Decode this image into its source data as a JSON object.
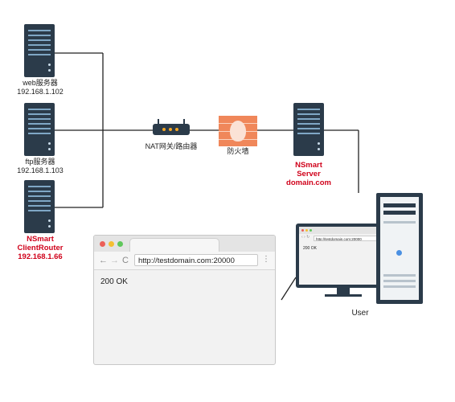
{
  "servers": {
    "web": {
      "name": "web服务器",
      "ip": "192.168.1.102"
    },
    "ftp": {
      "name": "ftp服务器",
      "ip": "192.168.1.103"
    },
    "client_router": {
      "name": "NSmart",
      "sub": "ClientRouter",
      "ip": "192.168.1.66"
    },
    "nsmart_server": {
      "name": "NSmart",
      "sub": "Server",
      "domain": "domain.com"
    }
  },
  "router": {
    "label": "NAT网关/路由器"
  },
  "firewall": {
    "label": "防火墙"
  },
  "browser": {
    "url": "http://testdomain.com:20000",
    "content": "200 OK",
    "nav_back": "←",
    "nav_forward": "→",
    "nav_reload": "C",
    "menu": "⋮"
  },
  "monitor": {
    "url": "http://testdomain.com:20000",
    "content": "200 OK"
  },
  "user": {
    "label": "User"
  },
  "colors": {
    "device": "#2b3b4a",
    "highlight_text": "#d0021b",
    "firewall": "#f0875a",
    "wire": "#222222"
  }
}
